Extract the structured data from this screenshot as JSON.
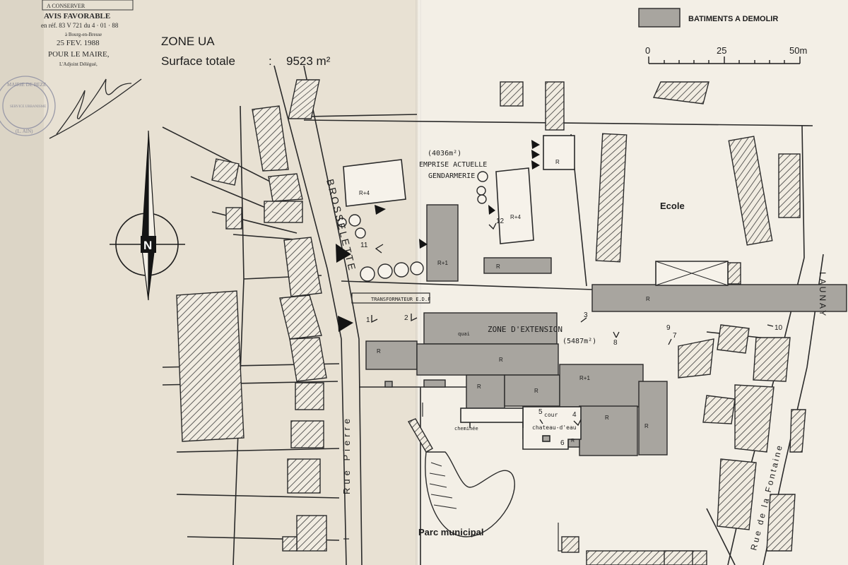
{
  "header": {
    "zone_title": "ZONE UA",
    "surface_label": "Surface totale",
    "surface_colon": ":",
    "surface_value": "9523 m²"
  },
  "stamp": {
    "top_line": "A CONSERVER",
    "avis": "AVIS FAVORABLE",
    "ref_line": "en réf. 83 V 721 du 4 · 01 · 88",
    "city_line": "à Bourg-en-Bresse",
    "date": "25 FEV. 1988",
    "pour": "POUR LE MAIRE,",
    "adjoint": "L'Adjoint Délégué,"
  },
  "seal": {
    "text_top": "MAIRIE DE BEZE",
    "text_mid": "SERVICE URBANISME",
    "text_bot": "(L. AIN)"
  },
  "legend": {
    "label": "BATIMENTS A DEMOLIR",
    "swatch_color": "#a8a59f"
  },
  "scale": {
    "ticks": [
      "0",
      "25",
      "50m"
    ]
  },
  "compass": {
    "letter": "N"
  },
  "labels": {
    "emprise_area": "(4036m²)",
    "emprise_line1": "EMPRISE ACTUELLE",
    "emprise_line2": "GENDARMERIE",
    "zone_extension": "ZONE D'EXTENSION",
    "extension_area": "(5487m²)",
    "ecole": "Ecole",
    "transformateur": "TRANSFORMATEUR E.D.F",
    "parc": "Parc municipal",
    "street_brosselette": "BROSSELETTE",
    "street_pierre": "Rue  Pierre",
    "street_launay": "LAUNAY",
    "street_fontaine": "Rue de la Fontaine",
    "cheminee": "cheminée",
    "chateau": "chateau-d'eau",
    "cour": "cour",
    "quai": "quai",
    "r4_a": "R+4",
    "r4_b": "R+4",
    "r1_a": "R+1",
    "r1_b": "R+1",
    "r": "R"
  },
  "view_numbers": [
    "1",
    "2",
    "3",
    "4",
    "5",
    "6",
    "7",
    "8",
    "9",
    "10",
    "11",
    "12"
  ],
  "colors": {
    "demolish": "#a8a59f",
    "ink": "#1d1d1d",
    "hatch": "#333333"
  }
}
